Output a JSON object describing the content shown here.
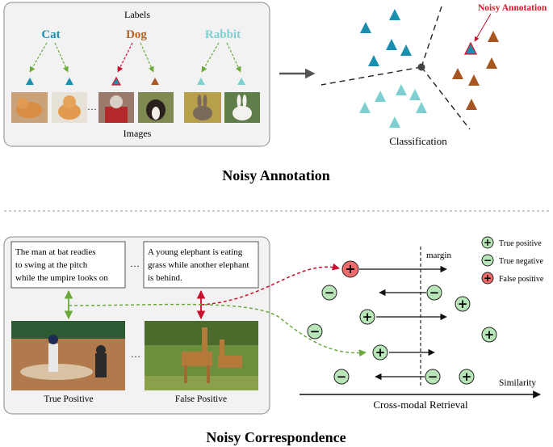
{
  "top": {
    "panel_title": "Labels",
    "labels": [
      {
        "text": "Cat",
        "color": "#1a8fb0"
      },
      {
        "text": "Dog",
        "color": "#b5622a"
      },
      {
        "text": "Rabbit",
        "color": "#7ed0d0"
      }
    ],
    "images_caption": "Images",
    "ellipsis": "…",
    "noisy_label": "Noisy Annotation",
    "classification_caption": "Classification",
    "section_title": "Noisy Annotation"
  },
  "bottom": {
    "captions": [
      "The man at bat readies to swing at the pitch while the umpire looks on",
      "A young elephant is eating grass while another elephant is behind."
    ],
    "ellipsis": "…",
    "image_labels": [
      "True Positive",
      "False Positive"
    ],
    "margin_label": "margin",
    "legend": [
      {
        "symbol": "+",
        "text": "True positive",
        "color": "#b8e6b8"
      },
      {
        "symbol": "−",
        "text": "True negative",
        "color": "#b8e6b8"
      },
      {
        "symbol": "+",
        "text": "False positive",
        "color": "#ef6a6a"
      }
    ],
    "similarity_label": "Similarity",
    "axis_caption": "Cross-modal Retrieval",
    "section_title": "Noisy Correspondence"
  },
  "colors": {
    "cat": "#1a8fb0",
    "dog": "#a8561f",
    "rabbit": "#7ed0d0",
    "noisy": "#d11a2a",
    "tp": "#b8e6b8",
    "fp": "#ef6a6a",
    "mismatch_arrow": "#c8102e",
    "match_arrow": "#6aaa3a"
  },
  "icons": {
    "cat_photo": "cat-photo",
    "dog_photo": "dog-photo",
    "rabbit_photo": "rabbit-photo",
    "baseball_photo": "baseball-photo",
    "elephant_photo": "giraffe-photo"
  }
}
